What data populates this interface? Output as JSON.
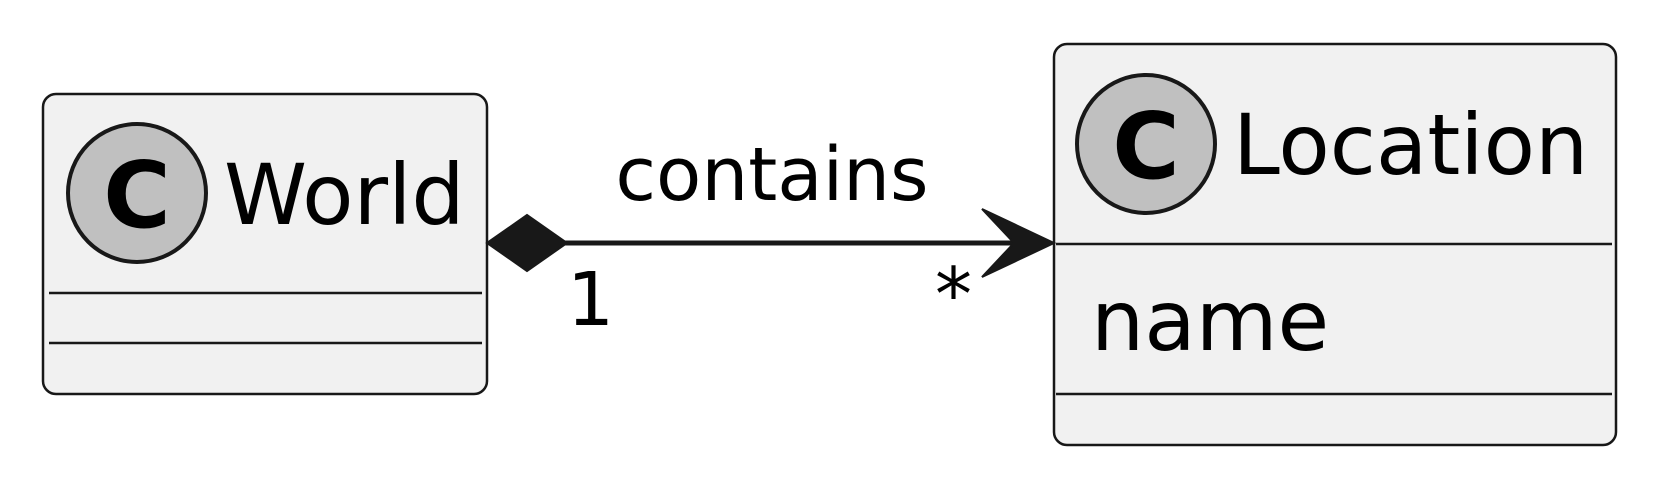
{
  "diagram": {
    "type": "uml-class-diagram",
    "classes": [
      {
        "id": "world",
        "stereotype_letter": "C",
        "name": "World",
        "attributes": [],
        "methods": []
      },
      {
        "id": "location",
        "stereotype_letter": "C",
        "name": "Location",
        "attributes": [
          "name"
        ],
        "methods": []
      }
    ],
    "relationship": {
      "from": "World",
      "to": "Location",
      "kind": "composition",
      "navigable_to": "Location",
      "label": "contains",
      "source_multiplicity": "1",
      "target_multiplicity": "*"
    }
  },
  "colors": {
    "class_fill": "#f1f1f1",
    "border": "#181818",
    "stereotype_circle": "#c0c0c0",
    "text": "#000000",
    "background": "#ffffff"
  }
}
